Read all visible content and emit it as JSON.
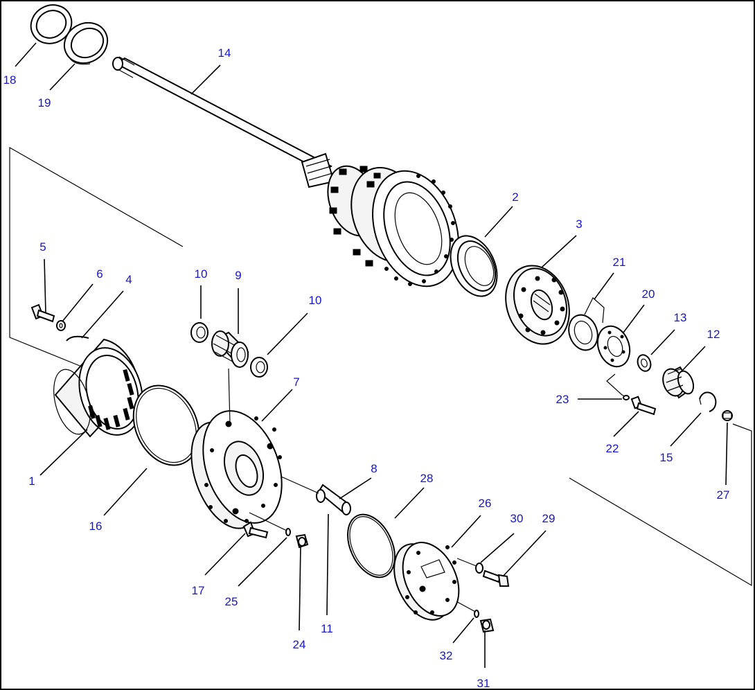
{
  "diagram": {
    "border_color": "#000000",
    "line_color": "#000000",
    "label_color": "#1616c8",
    "callouts": [
      {
        "id": "c18",
        "label": "18"
      },
      {
        "id": "c19",
        "label": "19"
      },
      {
        "id": "c14",
        "label": "14"
      },
      {
        "id": "c2",
        "label": "2"
      },
      {
        "id": "c3",
        "label": "3"
      },
      {
        "id": "c21",
        "label": "21"
      },
      {
        "id": "c20",
        "label": "20"
      },
      {
        "id": "c13",
        "label": "13"
      },
      {
        "id": "c12",
        "label": "12"
      },
      {
        "id": "c5",
        "label": "5"
      },
      {
        "id": "c6",
        "label": "6"
      },
      {
        "id": "c4",
        "label": "4"
      },
      {
        "id": "c10a",
        "label": "10"
      },
      {
        "id": "c9",
        "label": "9"
      },
      {
        "id": "c10b",
        "label": "10"
      },
      {
        "id": "c7",
        "label": "7"
      },
      {
        "id": "c23",
        "label": "23"
      },
      {
        "id": "c22",
        "label": "22"
      },
      {
        "id": "c15",
        "label": "15"
      },
      {
        "id": "c1",
        "label": "1"
      },
      {
        "id": "c16",
        "label": "16"
      },
      {
        "id": "c8",
        "label": "8"
      },
      {
        "id": "c28",
        "label": "28"
      },
      {
        "id": "c26",
        "label": "26"
      },
      {
        "id": "c30",
        "label": "30"
      },
      {
        "id": "c29",
        "label": "29"
      },
      {
        "id": "c27",
        "label": "27"
      },
      {
        "id": "c17",
        "label": "17"
      },
      {
        "id": "c25",
        "label": "25"
      },
      {
        "id": "c24",
        "label": "24"
      },
      {
        "id": "c11",
        "label": "11"
      },
      {
        "id": "c32",
        "label": "32"
      },
      {
        "id": "c31",
        "label": "31"
      }
    ]
  }
}
